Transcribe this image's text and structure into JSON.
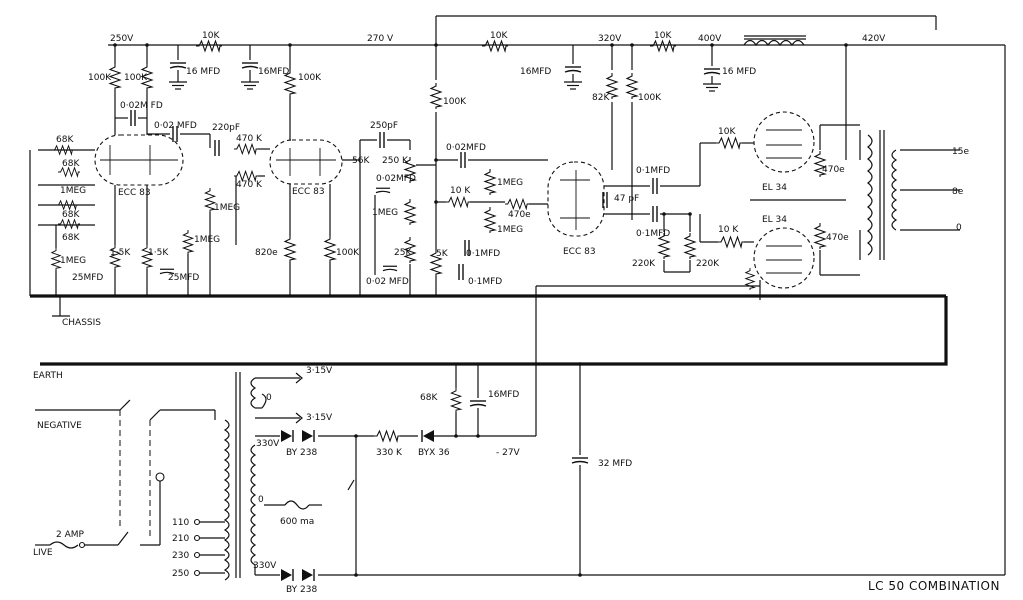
{
  "diagram": {
    "title": "LC 50 COMBINATION",
    "rails": [
      "250V",
      "270 V",
      "320V",
      "400V",
      "420V"
    ],
    "input_labels": [
      "68K",
      "68K",
      "1MEG",
      "68K",
      "68K",
      "1MEG",
      "25MFD",
      "CHASSIS"
    ],
    "preamp_labels": [
      "100K",
      "100K",
      "0·02M FD",
      "0·02 MFD",
      "220pF",
      "470 K",
      "470 K",
      "1MEG",
      "1MEG",
      "1·5K",
      "1·5K",
      "25MFD",
      "10K",
      "16 MFD",
      "16MFD"
    ],
    "stage2_labels": [
      "100K",
      "820e",
      "100K",
      "250pF",
      "56K",
      "250 K",
      "0·02MFD",
      "1MEG",
      "25K",
      "0·02 MFD"
    ],
    "phase_labels": [
      "100K",
      "10K",
      "16MFD",
      "0·02MFD",
      "1MEG",
      "10 K",
      "470e",
      "1MEG",
      "5K",
      "0·1MFD",
      "0·1MFD",
      "82K",
      "100K",
      "10K",
      "0·1MFD",
      "47 pF",
      "0·1MFD",
      "220K",
      "220K",
      "16 MFD"
    ],
    "output_labels": [
      "10K",
      "470e",
      "470e",
      "10 K",
      "15e",
      "8e",
      "0"
    ],
    "tube_labels": [
      "ECC 83",
      "ECC 83",
      "ECC 83",
      "EL 34",
      "EL 34"
    ],
    "power_labels": [
      "EARTH",
      "NEGATIVE",
      "LIVE",
      "2 AMP",
      "110",
      "210",
      "230",
      "250",
      "3·15V",
      "0",
      "3·15V",
      "330V",
      "BY 238",
      "0",
      "600 ma",
      "330V",
      "BY 238",
      "330 K",
      "BYX 36",
      "68K",
      "16MFD",
      "- 27V",
      "32 MFD"
    ]
  }
}
